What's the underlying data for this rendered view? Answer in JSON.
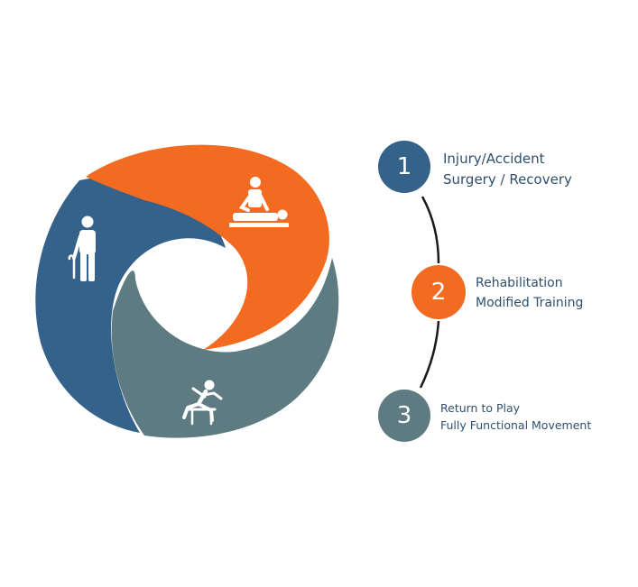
{
  "colors": {
    "blue": "#35628a",
    "orange": "#f26b21",
    "slate": "#5d7b80",
    "text": "#2f4f6e",
    "connector": "#1a1a1a"
  },
  "wheel": {
    "segments": [
      {
        "name": "segment-blue",
        "color": "#35628a",
        "icon": "elderly-person-with-cane-icon"
      },
      {
        "name": "segment-orange",
        "color": "#f26b21",
        "icon": "physiotherapy-massage-icon"
      },
      {
        "name": "segment-slate",
        "color": "#5d7b80",
        "icon": "hurdle-runner-icon"
      }
    ]
  },
  "steps": [
    {
      "number": "1",
      "line1": "Injury/Accident",
      "line2": "Surgery / Recovery",
      "color": "#35628a"
    },
    {
      "number": "2",
      "line1": "Rehabilitation",
      "line2": "Modified Training",
      "color": "#f26b21"
    },
    {
      "number": "3",
      "line1": "Return to Play",
      "line2": "Fully Functional Movement",
      "color": "#5d7b80"
    }
  ]
}
